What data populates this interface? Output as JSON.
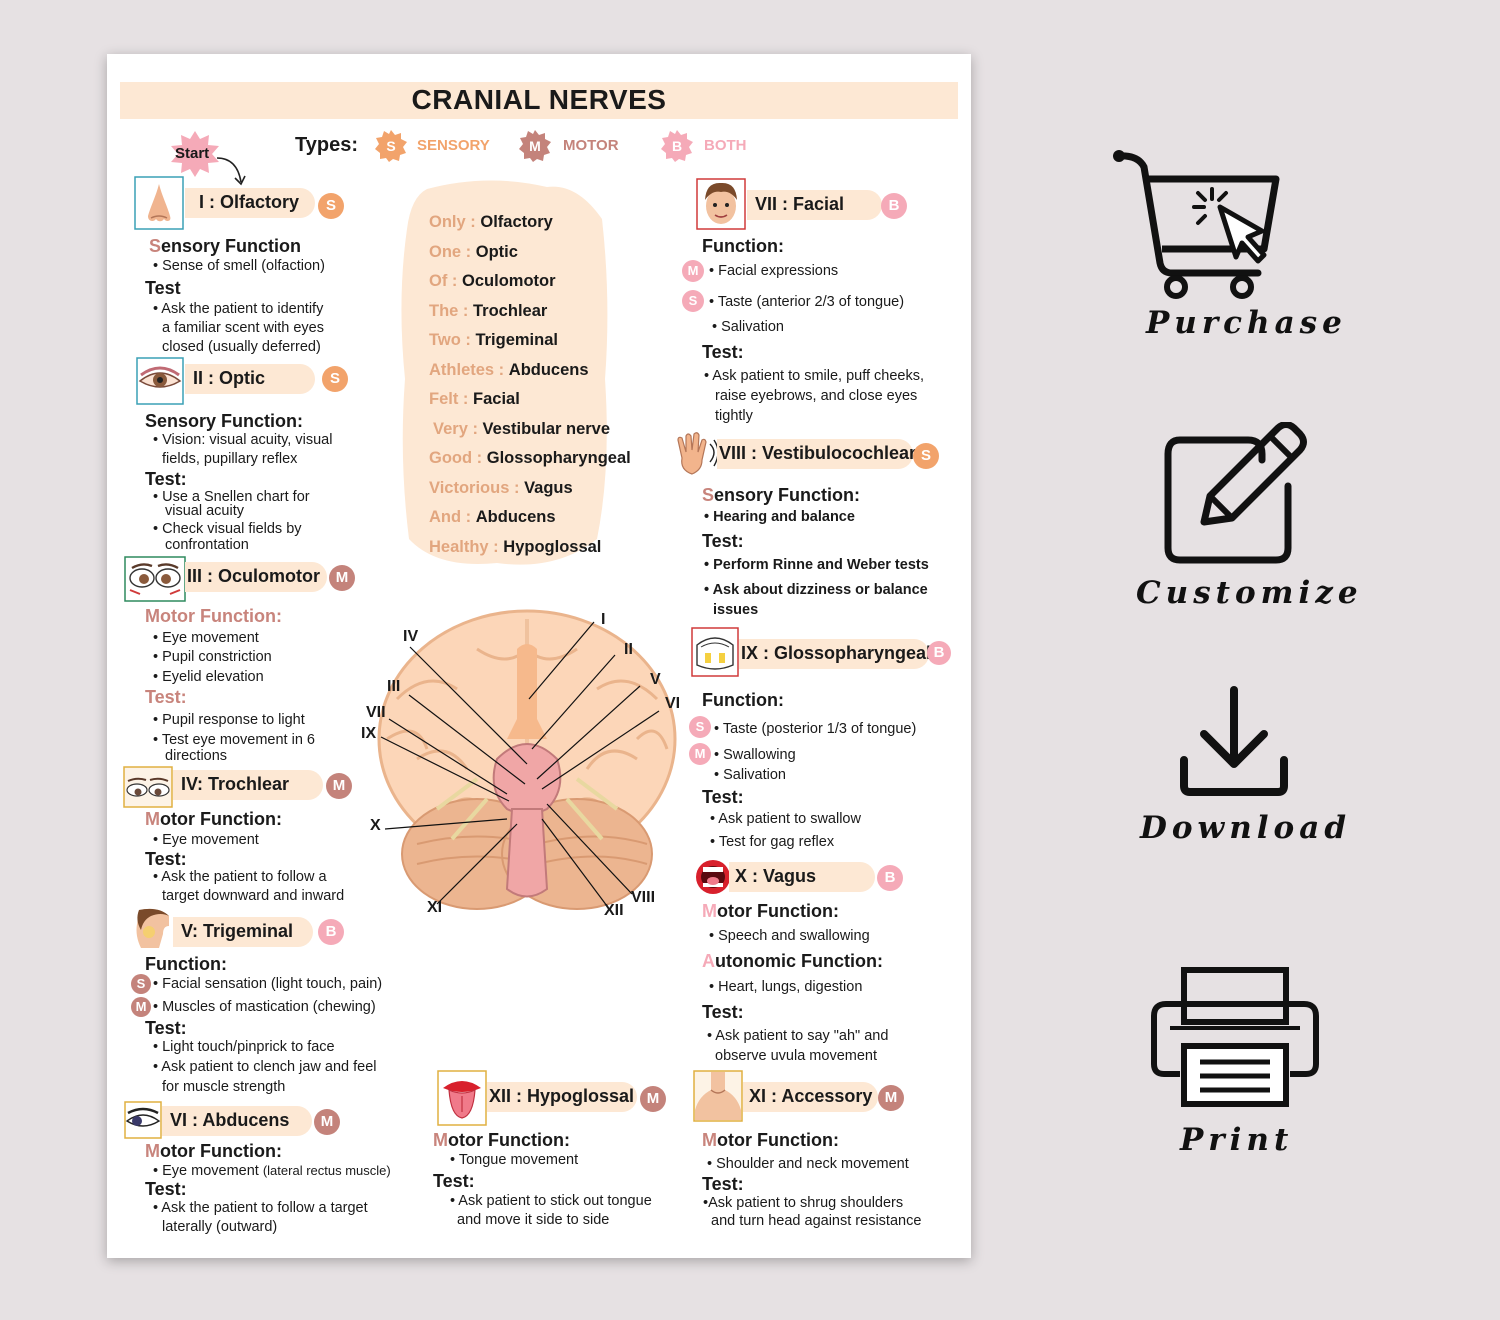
{
  "poster": {
    "title": "CRANIAL NERVES",
    "types_label": "Types:",
    "start": "Start",
    "types": [
      {
        "letter": "S",
        "name": "SENSORY",
        "color": "#f2a36b"
      },
      {
        "letter": "M",
        "name": "MOTOR",
        "color": "#c4837b"
      },
      {
        "letter": "B",
        "name": "BOTH",
        "color": "#f5aab8"
      }
    ]
  },
  "mnemonic": [
    {
      "k": "Only :",
      "v": "Olfactory"
    },
    {
      "k": "One :",
      "v": "Optic"
    },
    {
      "k": "Of :",
      "v": "Oculomotor"
    },
    {
      "k": "The :",
      "v": "Trochlear"
    },
    {
      "k": "Two :",
      "v": "Trigeminal"
    },
    {
      "k": "Athletes :",
      "v": "Abducens"
    },
    {
      "k": "Felt :",
      "v": "Facial"
    },
    {
      "k": "Very :",
      "v": "Vestibular nerve"
    },
    {
      "k": "Good :",
      "v": "Glossopharyngeal"
    },
    {
      "k": "Victorious :",
      "v": "Vagus"
    },
    {
      "k": "And :",
      "v": "Abducens"
    },
    {
      "k": "Healthy :",
      "v": "Hypoglossal"
    }
  ],
  "roman": [
    "I",
    "II",
    "III",
    "IV",
    "V",
    "VI",
    "VII",
    "VIII",
    "IX",
    "X",
    "XI",
    "XII"
  ],
  "nerves": {
    "n1": {
      "name": "I : Olfactory",
      "badge": "S",
      "h1_first": "S",
      "h1_rest": "ensory Function",
      "l1": "• Sense of smell (olfaction)",
      "h2": "Test",
      "l2": "• Ask the patient to identify",
      "l3": "a familiar scent with eyes",
      "l4": "closed (usually deferred)"
    },
    "n2": {
      "name": "II : Optic",
      "badge": "S",
      "h1": "Sensory Function:",
      "l1": "• Vision: visual acuity, visual",
      "l2": "fields, pupillary reflex",
      "h2": "Test:",
      "l3": "• Use a Snellen chart for",
      "l4": "visual acuity",
      "l5": "• Check visual fields by",
      "l6": "confrontation"
    },
    "n3": {
      "name": "III : Oculomotor",
      "badge": "M",
      "h1": "Motor Function:",
      "l1": "• Eye movement",
      "l2": "• Pupil constriction",
      "l3": "• Eyelid elevation",
      "h2": "Test:",
      "l4": "•  Pupil response to light",
      "l5": "• Test eye movement in 6",
      "l6": "directions"
    },
    "n4": {
      "name": "IV: Trochlear",
      "badge": "M",
      "h1_first": "M",
      "h1_rest": "otor Function:",
      "l1": "• Eye movement",
      "h2": "Test:",
      "l2": "• Ask the patient to follow a",
      "l3": "target downward and inward"
    },
    "n5": {
      "name": "V: Trigeminal",
      "badge": "B",
      "h1": "Function:",
      "s_badge": "S",
      "l1": "• Facial sensation (light touch, pain)",
      "m_badge": "M",
      "l2": "• Muscles of mastication (chewing)",
      "h2": "Test:",
      "l3": "• Light touch/pinprick to face",
      "l4": "• Ask patient to clench jaw and feel",
      "l5": "for muscle strength"
    },
    "n6": {
      "name": "VI : Abducens",
      "badge": "M",
      "h1_first": "M",
      "h1_rest": "otor Function:",
      "l1a": "• Eye movement ",
      "l1b": "(lateral rectus muscle)",
      "h2": "Test:",
      "l2": "• Ask the patient to follow a target",
      "l3": "laterally (outward)"
    },
    "n7": {
      "name": "VII : Facial",
      "badge": "B",
      "h1": "Function:",
      "m_badge": "M",
      "l1": "•  Facial expressions",
      "s_badge": "S",
      "l2": "• Taste (anterior 2/3 of tongue)",
      "l3": "• Salivation",
      "h2": "Test:",
      "l4": "• Ask patient to smile, puff cheeks,",
      "l5": "raise eyebrows, and close eyes",
      "l6": "tightly"
    },
    "n8": {
      "name": "VIII : Vestibulocochlear",
      "badge": "S",
      "h1_first": "S",
      "h1_rest": "ensory Function:",
      "l1": "• Hearing and balance",
      "h2": "Test:",
      "l2": "• Perform Rinne and Weber tests",
      "l3": "• Ask about dizziness or balance",
      "l4": "issues"
    },
    "n9": {
      "name": "IX : Glossopharyngeal",
      "badge": "B",
      "h1": "Function:",
      "s_badge": "S",
      "l1": "• Taste (posterior 1/3 of tongue)",
      "m_badge": "M",
      "l2": "• Swallowing",
      "l3": "• Salivation",
      "h2": "Test:",
      "l4": "• Ask patient to swallow",
      "l5": "• Test for gag reflex"
    },
    "n10": {
      "name": "X : Vagus",
      "badge": "B",
      "h1_first": "M",
      "h1_rest": "otor Function:",
      "l1": "• Speech and swallowing",
      "h2_first": "A",
      "h2_rest": "utonomic Function:",
      "l2": "• Heart, lungs, digestion",
      "h3": "Test:",
      "l3": "• Ask patient to say \"ah\" and",
      "l4": "observe uvula movement"
    },
    "n11": {
      "name": "XI : Accessory",
      "badge": "M",
      "h1_first": "M",
      "h1_rest": "otor Function:",
      "l1": "• Shoulder and neck movement",
      "h2": "Test:",
      "l2": "•Ask patient to shrug shoulders",
      "l3": "and turn head against resistance"
    },
    "n12": {
      "name": "XII : Hypoglossal",
      "badge": "M",
      "h1_first": "M",
      "h1_rest": "otor Function:",
      "l1": "• Tongue movement",
      "h2": "Test:",
      "l2": "• Ask patient to stick out tongue",
      "l3": "and move it side to side"
    }
  },
  "side_actions": [
    {
      "label": "Purchase",
      "icon": "cart-icon"
    },
    {
      "label": "Customize",
      "icon": "edit-icon"
    },
    {
      "label": "Download",
      "icon": "download-icon"
    },
    {
      "label": "Print",
      "icon": "printer-icon"
    }
  ]
}
